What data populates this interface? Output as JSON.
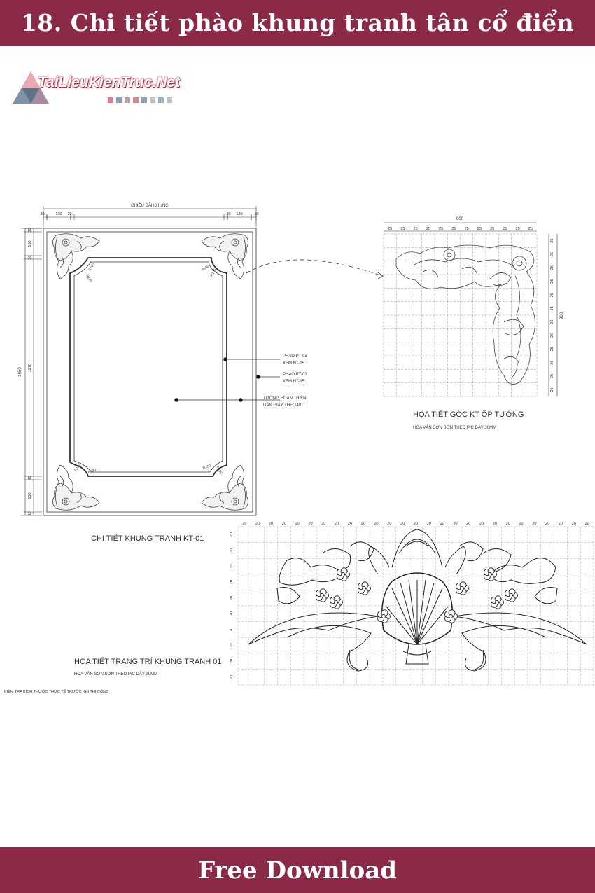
{
  "header": {
    "title": "18. Chi tiết phào khung tranh tân cổ điển"
  },
  "logo": {
    "text": "TaiLieuKienTruc.Net",
    "colors": [
      "#d9848c",
      "#8aa0b4",
      "#b5a0b0",
      "#d9848c",
      "#8aa0b4",
      "#c0c0c0",
      "#9fb0c0",
      "#c0c0c0"
    ]
  },
  "drawing": {
    "frame": {
      "top_label": "CHIỀU DÀI KHUNG",
      "top_dims": [
        "30",
        "130",
        "30",
        "30",
        "130",
        "30"
      ],
      "left_dims": [
        "30",
        "130",
        "30",
        "1270",
        "30",
        "130",
        "30"
      ],
      "left_total": "1650",
      "radius_labels": [
        "R100",
        "R130",
        "R130",
        "R100",
        "R100",
        "R130",
        "R130",
        "R100"
      ],
      "callouts": [
        {
          "line1": "PHÀO PT-03",
          "line2": "XEM NT-15"
        },
        {
          "line1": "PHÀO PT-03",
          "line2": "XEM NT-15"
        },
        {
          "line1": "TƯỜNG HOÀN THIỆN",
          "line2": "DÁN GIẤY THEO PC"
        }
      ],
      "title": "CHI TIẾT KHUNG TRANH KT-01"
    },
    "corner": {
      "top_total": "900",
      "top_dims": [
        "25",
        "25",
        "25",
        "25",
        "25",
        "25",
        "25",
        "25",
        "25",
        "25",
        "25",
        "25"
      ],
      "right_dims": [
        "25",
        "25",
        "25",
        "25",
        "25",
        "25",
        "25",
        "25",
        "25",
        "25",
        "25",
        "25"
      ],
      "right_total": "900",
      "title": "HỌA TIẾT GÓC KT ỐP TƯỜNG",
      "subtitle": "HOA VĂN SƠN SƠN THEO P/C DÀY 30MM"
    },
    "ornament": {
      "top_dims": [
        "20",
        "20",
        "20",
        "20",
        "20",
        "20",
        "20",
        "20",
        "20",
        "20",
        "20",
        "20",
        "20",
        "20",
        "20",
        "20",
        "20",
        "20",
        "20",
        "20",
        "20",
        "20",
        "20",
        "20",
        "20",
        "20",
        "20"
      ],
      "left_dims": [
        "20",
        "20",
        "20",
        "20",
        "20",
        "20",
        "20",
        "20",
        "20",
        "20"
      ],
      "title": "HỌA TIẾT TRANG TRÍ KHUNG TRANH 01",
      "subtitle": "HOA VĂN SƠN SƠN THEO P/C DÀY 30MM"
    },
    "footnote": "KIỂM TRA KÍCH THƯỚC THỰC TẾ TRƯỚC KHI THI CÔNG"
  },
  "footer": {
    "label": "Free Download"
  }
}
